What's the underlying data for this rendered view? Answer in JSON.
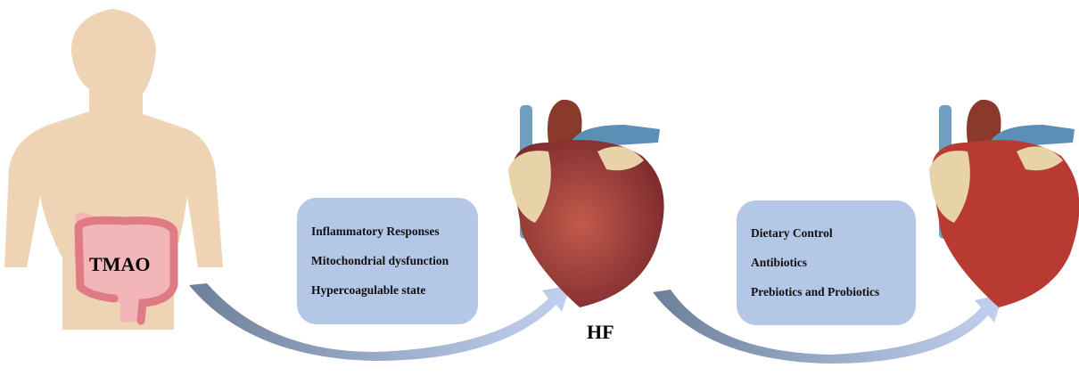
{
  "labels": {
    "tmao": "TMAO",
    "hf": "HF"
  },
  "mechanisms_box": {
    "items": [
      "Inflammatory Responses",
      "Mitochondrial dysfunction",
      "Hypercoagulable state"
    ]
  },
  "treatments_box": {
    "items": [
      "Dietary Control",
      "Antibiotics",
      "Prebiotics and Probiotics"
    ]
  },
  "colors": {
    "box": "#b4c7e7",
    "skin": "#efd3b5",
    "intestine": "#e07a85",
    "arrow_dark": "#6e7f99",
    "arrow_light": "#b9c9ea",
    "heart": "#9e3a3a"
  }
}
